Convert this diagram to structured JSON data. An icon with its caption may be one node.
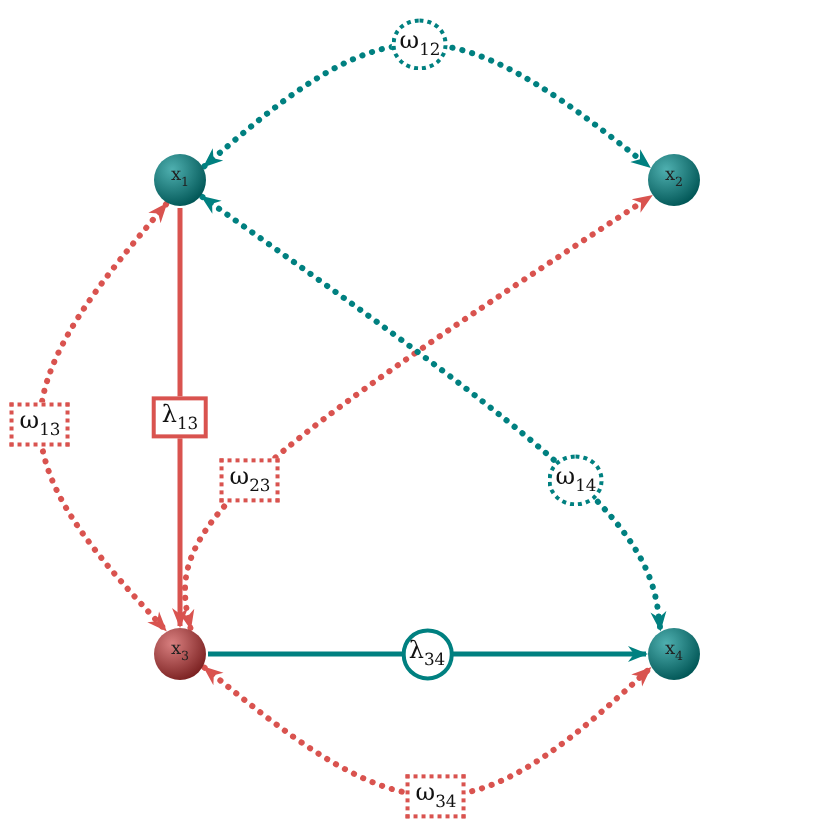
{
  "diagram": {
    "nodes": [
      {
        "text": [
          "x$_{1}$"
        ]
      },
      {
        "text": [
          "x$_{2}$"
        ]
      },
      {
        "text": [
          "x$_{3}$"
        ]
      },
      {
        "text": [
          "x$_{4}$"
        ]
      }
    ],
    "edges": [
      {
        "from": 0,
        "to": 1,
        "arrow": "both",
        "label": "ω$_{12}$",
        "style": "dashed",
        "color": "#008080"
      },
      {
        "from": 0,
        "to": 2,
        "arrow": "to",
        "label": "λ$_{13}$"
      },
      {
        "from": 0,
        "to": 2,
        "arrow": "both",
        "label": "ω$_{13}$",
        "style": "dashed"
      },
      {
        "from": 2,
        "to": 1,
        "arrow": "both",
        "label": "ω$_{23}$",
        "style": "dashed"
      },
      {
        "from": 0,
        "to": 3,
        "arrow": "both",
        "label": "ω$_{14}$",
        "style": "dashed",
        "color": "#008080"
      },
      {
        "from": 2,
        "to": 3,
        "arrow": "to",
        "label": "λ$_{34}$",
        "color": "#008080"
      },
      {
        "from": 2,
        "to": 3,
        "arrow": "both",
        "label": "ω$_{34}$",
        "style": "dashed"
      }
    ]
  }
}
